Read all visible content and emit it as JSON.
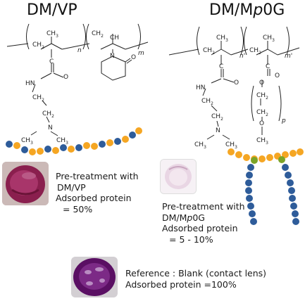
{
  "titles": {
    "left": "DM/VP",
    "right_prefix": "DM/M",
    "right_italic": "p",
    "right_suffix": "0G"
  },
  "chem_labels": {
    "ch2": "CH",
    "ch2_sub": "2",
    "ch3": "CH",
    "ch3_sub": "3",
    "ch": "CH",
    "c": "C",
    "n": "N",
    "o": "O",
    "hn": "HN",
    "n_sub": "n",
    "m_sub": "m",
    "n_prime": "n'",
    "m_prime": "m'",
    "p_sub": "p"
  },
  "captions": {
    "dmvp": [
      "Pre-treatment with",
      "DM/VP",
      "Adsorbed protein",
      "= 50%"
    ],
    "dmmp0g_line1": "Pre-treatment with",
    "dmmp0g_line2_prefix": "DM/M",
    "dmmp0g_line2_italic": "p",
    "dmmp0g_line2_suffix": "0G",
    "dmmp0g_rest": [
      "Adsorbed protein",
      "= 5 - 10%"
    ],
    "reference": [
      "Reference : Blank (contact lens)",
      "Adsorbed protein =100%"
    ]
  },
  "colors": {
    "orange_bead": "#F5A623",
    "blue_bead": "#2E5C9A",
    "green_bead": "#7BA428"
  }
}
